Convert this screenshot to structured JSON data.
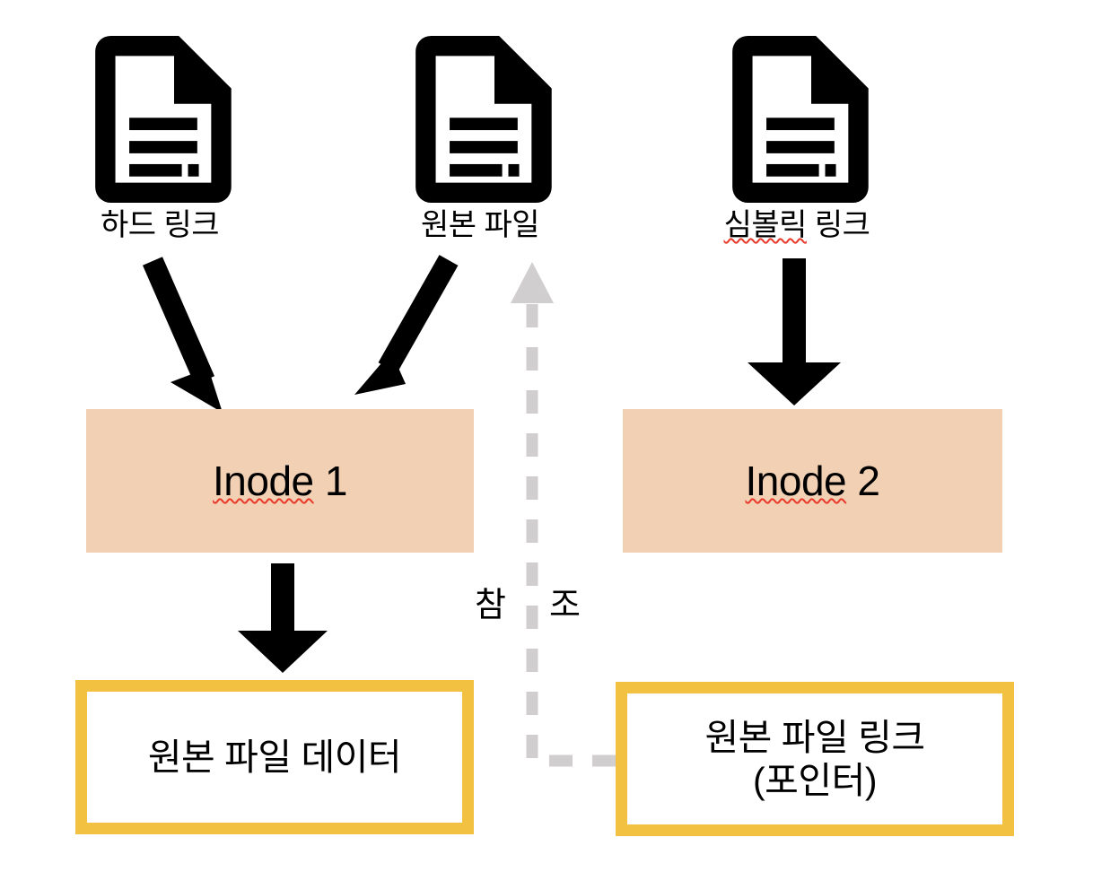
{
  "diagram": {
    "title": "Hard link vs symbolic link inode diagram",
    "colors": {
      "inode_fill": "#F2D0B4",
      "data_box_border": "#F2C141",
      "arrow": "#000000",
      "reference_arrow": "#D0CECE",
      "spellcheck_underline": "#E8392A",
      "background": "#FFFFFF"
    },
    "files": [
      {
        "id": "hard-link",
        "label": "하드 링크",
        "icon": "document-icon",
        "misspelled": false
      },
      {
        "id": "original-file",
        "label": "원본 파일",
        "icon": "document-icon",
        "misspelled": false
      },
      {
        "id": "symbolic-link",
        "label": "심볼릭 링크",
        "icon": "document-icon",
        "misspelled": true,
        "misspelled_part": "심볼릭",
        "ok_part": " 링크"
      }
    ],
    "inodes": [
      {
        "id": "inode-1",
        "label": "Inode 1",
        "misspelled_part": "Inode",
        "ok_part": " 1"
      },
      {
        "id": "inode-2",
        "label": "Inode 2",
        "misspelled_part": "Inode",
        "ok_part": " 2"
      }
    ],
    "data_blocks": [
      {
        "id": "original-file-data",
        "line1": "원본 파일 데이터",
        "line2": ""
      },
      {
        "id": "original-file-link",
        "line1": "원본 파일 링크",
        "line2": "(포인터)"
      }
    ],
    "reference": {
      "label": "참조",
      "char1": "참",
      "char2": "조"
    }
  }
}
